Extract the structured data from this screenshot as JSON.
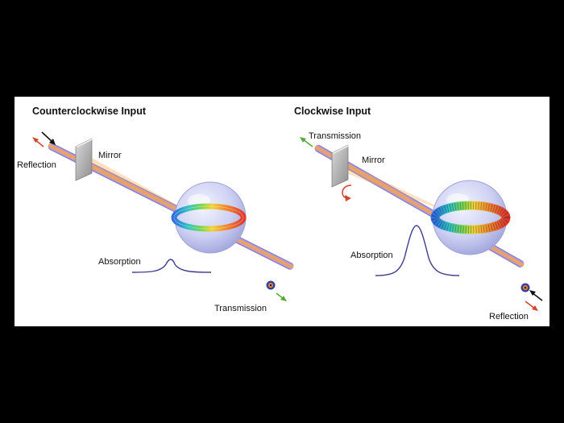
{
  "panels": [
    {
      "title": "Counterclockwise Input",
      "mirror_label": "Mirror",
      "reflection_label": "Reflection",
      "absorption_label": "Absorption",
      "transmission_label": "Transmission"
    },
    {
      "title": "Clockwise Input",
      "transmission_label": "Transmission",
      "mirror_label": "Mirror",
      "absorption_label": "Absorption",
      "reflection_label": "Reflection"
    }
  ],
  "colors": {
    "background": "#000000",
    "panel": "#ffffff",
    "fiber_core": "#f0a050",
    "fiber_cladding": "#7b7fd6",
    "input_arrow": "#111111",
    "reflection_arrow": "#d2452e",
    "transmission_arrow": "#5aa83a",
    "absorption_curve": "#3d3f8f",
    "sphere": "#c9cdf2"
  }
}
